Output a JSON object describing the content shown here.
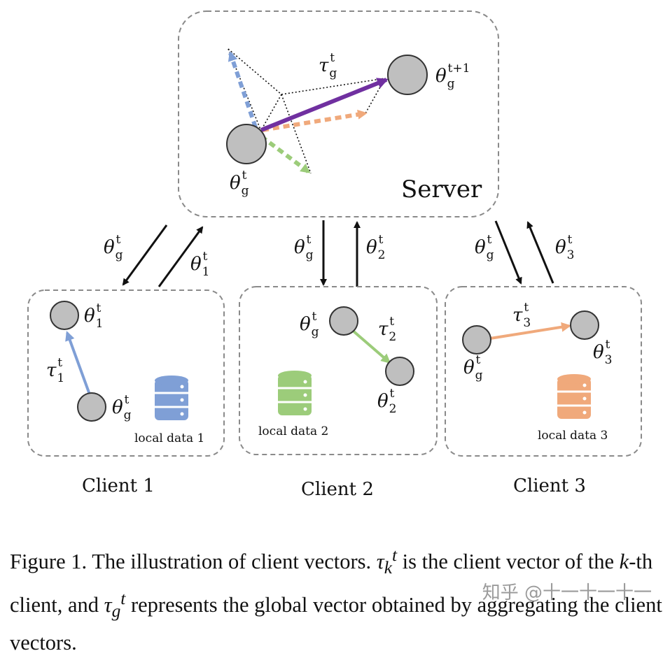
{
  "server": {
    "label": "Server"
  },
  "clients": [
    {
      "name": "Client 1",
      "data_label": "local data 1",
      "color": "#7f9fd6"
    },
    {
      "name": "Client 2",
      "data_label": "local data 2",
      "color": "#9ccc7a"
    },
    {
      "name": "Client 3",
      "data_label": "local data 3",
      "color": "#f0a97b"
    }
  ],
  "math": {
    "theta": "θ",
    "tau": "τ",
    "g": "g",
    "t": "t",
    "t_plus_1": "t+1",
    "k1": "1",
    "k2": "2",
    "k3": "3"
  },
  "colors": {
    "global_vector": "#7030a0",
    "node_fill": "#bfbfbf",
    "dashed_border": "#8a8a8a"
  },
  "caption": {
    "part1": "Figure 1. The illustration of client vectors. ",
    "tau_k_base": "τ",
    "tau_k_sub": "k",
    "tau_k_sup": "t",
    "part2": " is the client vector of the ",
    "k": "k",
    "part3": "-th client, and ",
    "tau_g_base": "τ",
    "tau_g_sub": "g",
    "tau_g_sup": "t",
    "part4": " represents the global vector obtained by aggregating the client vectors."
  },
  "watermark": "知乎 @十一十一十一"
}
